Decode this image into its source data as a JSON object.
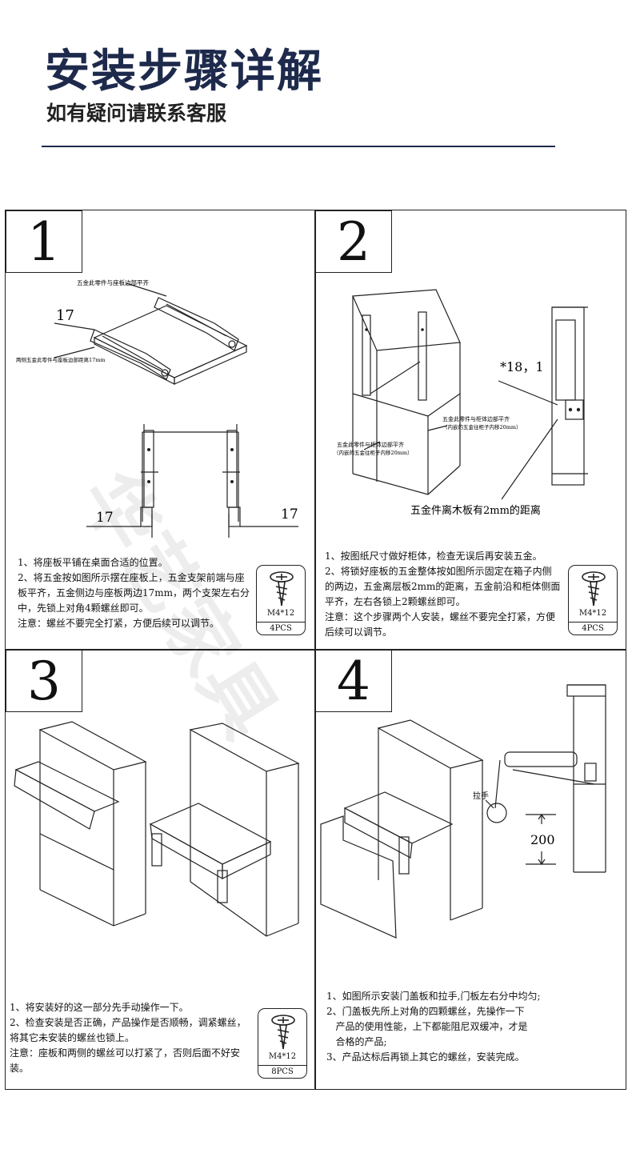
{
  "header": {
    "title": "安装步骤详解",
    "subtitle": "如有疑问请联系客服"
  },
  "watermark": "华艺家具",
  "colors": {
    "title": "#1e2a4c",
    "line": "#222222"
  },
  "steps": [
    {
      "number": "1",
      "labels": {
        "top_note": "五金此零件与座板边部平齐",
        "side_note": "两侧五金此零件与座板边部距离17mm",
        "dim_a": "17",
        "dim_b": "17",
        "dim_c": "17"
      },
      "notes": [
        "1、将座板平铺在桌面合适的位置。",
        "2、将五金按如图所示摆在座板上，五金支架前端与座",
        "板平齐，五金侧边与座板两边17mm，两个支架左右分",
        "中，先锁上对角4颗螺丝即可。",
        "注意：螺丝不要完全打紧，方便后续可以调节。"
      ],
      "screw": {
        "spec": "M4*12",
        "count": "4PCS"
      }
    },
    {
      "number": "2",
      "labels": {
        "dim": "*18，1",
        "note_a1": "五金此零件与柜体边部平齐",
        "note_a2": "（内嵌的五金往柜子内移20mm）",
        "note_b1": "五金此零件与柜体边部平齐",
        "note_b2": "（内嵌的五金往柜子内移20mm）",
        "caption": "五金件离木板有2mm的距离"
      },
      "notes": [
        "1、按图纸尺寸做好柜体，检查无误后再安装五金。",
        "2、将锁好座板的五金整体按如图所示固定在箱子内侧",
        "的两边，五金离层板2mm的距离，五金前沿和柜体侧面",
        "平齐，左右各锁上2颗螺丝即可。",
        "注意：这个步骤两个人安装，螺丝不要完全打紧，方便",
        "后续可以调节。"
      ],
      "screw": {
        "spec": "M4*12",
        "count": "4PCS"
      }
    },
    {
      "number": "3",
      "notes": [
        "1、将安装好的这一部分先手动操作一下。",
        "2、检查安装是否正确，产品操作是否顺畅，调紧螺丝，",
        "将其它未安装的螺丝也锁上。",
        "注意：座板和两侧的螺丝可以打紧了，否则后面不好安",
        "装。"
      ],
      "screw": {
        "spec": "M4*12",
        "count": "8PCS"
      }
    },
    {
      "number": "4",
      "labels": {
        "handle": "拉手",
        "dim": "200"
      },
      "notes": [
        "1、如图所示安装门盖板和拉手,门板左右分中均匀;",
        "2、门盖板先所上对角的四颗螺丝，先操作一下",
        "   产品的使用性能，上下都能阻尼双缓冲，才是",
        "   合格的产品;",
        "3、产品达标后再锁上其它的螺丝，安装完成。"
      ]
    }
  ]
}
